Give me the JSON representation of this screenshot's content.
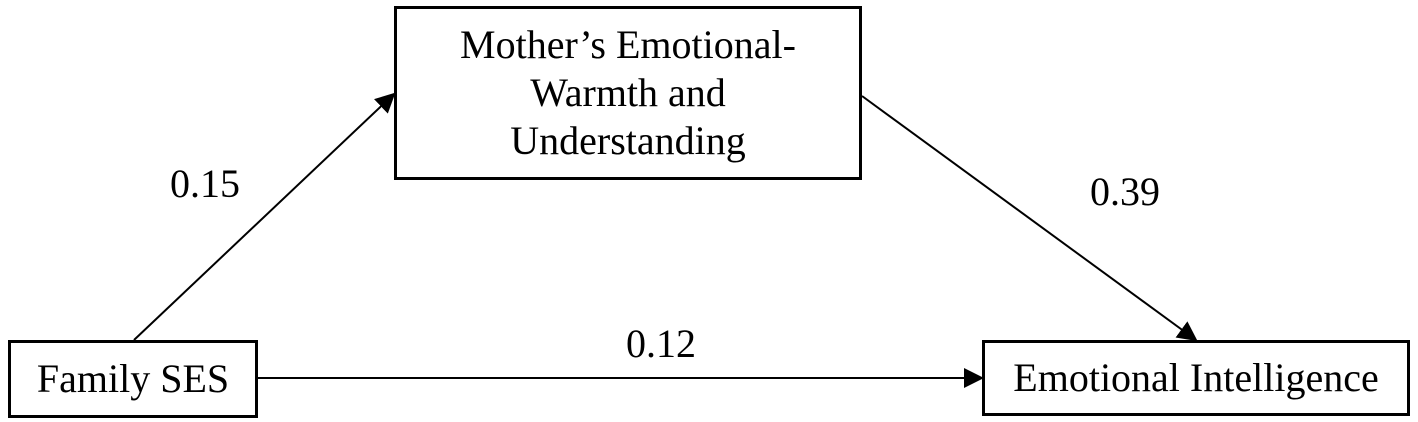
{
  "nodes": {
    "predictor": {
      "label": "Family SES"
    },
    "mediator": {
      "lines": [
        "Mother’s Emotional-",
        "Warmth and",
        "Understanding"
      ]
    },
    "outcome": {
      "label": "Emotional Intelligence"
    }
  },
  "paths": {
    "a": {
      "coefficient": "0.15"
    },
    "b": {
      "coefficient": "0.39"
    },
    "c": {
      "coefficient": "0.12"
    }
  },
  "colors": {
    "stroke": "#000000",
    "background": "#ffffff"
  }
}
